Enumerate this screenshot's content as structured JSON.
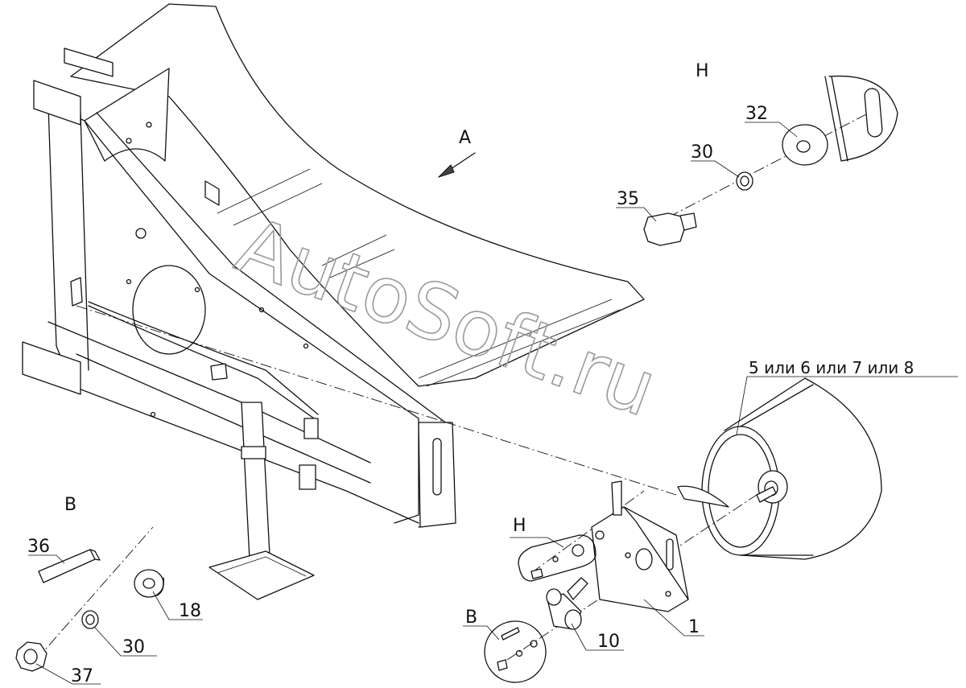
{
  "watermark": "AutoSoft.ru",
  "labels": {
    "view_a": "A",
    "view_h_top": "H",
    "view_h_part": "H",
    "view_b_left": "B",
    "view_b_part": "B",
    "p32": "32",
    "p30_top": "30",
    "p35": "35",
    "p_wheel": "5 или 6 или 7 или 8",
    "p36": "36",
    "p18": "18",
    "p30_bottom": "30",
    "p37": "37",
    "p10": "10",
    "p1": "1"
  }
}
